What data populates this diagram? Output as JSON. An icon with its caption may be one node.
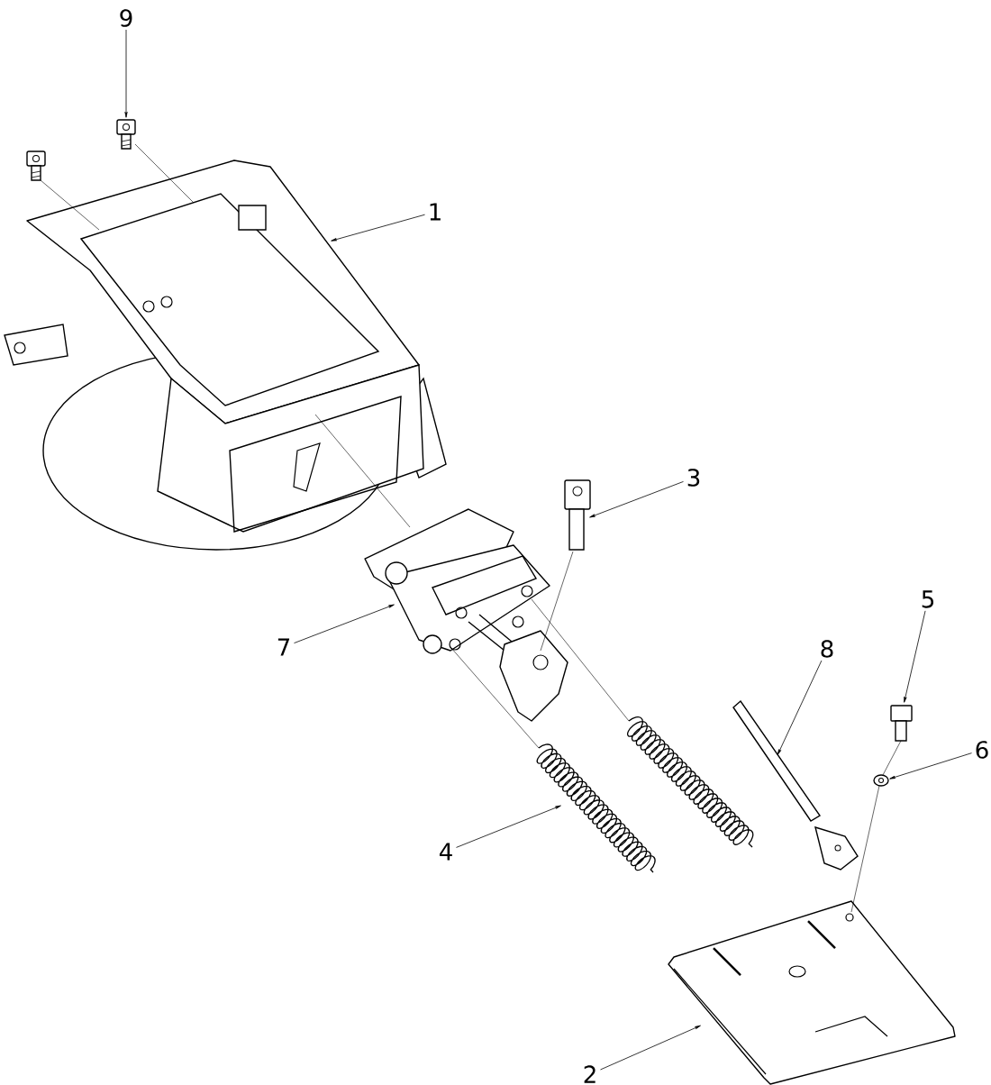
{
  "diagram": {
    "nodes": [
      {
        "text": [
          "9"
        ]
      },
      {
        "text": [
          "1"
        ]
      },
      {
        "text": [
          "3"
        ]
      },
      {
        "text": [
          "5"
        ]
      },
      {
        "text": [
          "7"
        ]
      },
      {
        "text": [
          "8"
        ]
      },
      {
        "text": [
          "6"
        ]
      },
      {
        "text": [
          "4"
        ]
      },
      {
        "text": [
          "2"
        ]
      },
      {
        "text": [],
        "shape": "picture"
      },
      {
        "text": [],
        "shape": "picture"
      },
      {
        "text": [],
        "shape": "picture"
      },
      {
        "text": [],
        "shape": "picture"
      },
      {
        "text": [],
        "shape": "picture"
      },
      {
        "text": [],
        "shape": "picture"
      },
      {
        "text": [],
        "shape": "picture"
      },
      {
        "text": [],
        "shape": "picture"
      },
      {
        "text": [],
        "shape": "picture"
      },
      {
        "text": [],
        "shape": "picture"
      },
      {
        "text": [],
        "shape": "picture"
      }
    ],
    "edges": [
      {
        "from": 0,
        "to": 9,
        "arrow": "to"
      },
      {
        "from": 1,
        "to": 10,
        "arrow": "to"
      },
      {
        "from": 2,
        "to": 11,
        "arrow": "to"
      },
      {
        "from": 3,
        "to": 12,
        "arrow": "to"
      },
      {
        "from": 4,
        "to": 13,
        "arrow": "to"
      },
      {
        "from": 5,
        "to": 14,
        "arrow": "to"
      },
      {
        "from": 6,
        "to": 15,
        "arrow": "to"
      },
      {
        "from": 7,
        "to": 16,
        "arrow": "to"
      },
      {
        "from": 8,
        "to": 17,
        "arrow": "to"
      },
      {
        "from": 9,
        "to": 10,
        "arrow": "none"
      },
      {
        "from": 18,
        "to": 10,
        "arrow": "none"
      },
      {
        "from": 10,
        "to": 13,
        "arrow": "none"
      },
      {
        "from": 11,
        "to": 13,
        "arrow": "none"
      },
      {
        "from": 13,
        "to": 16,
        "arrow": "none"
      },
      {
        "from": 13,
        "to": 19,
        "arrow": "none"
      },
      {
        "from": 12,
        "to": 15,
        "arrow": "none"
      },
      {
        "from": 15,
        "to": 17,
        "arrow": "none"
      }
    ]
  }
}
